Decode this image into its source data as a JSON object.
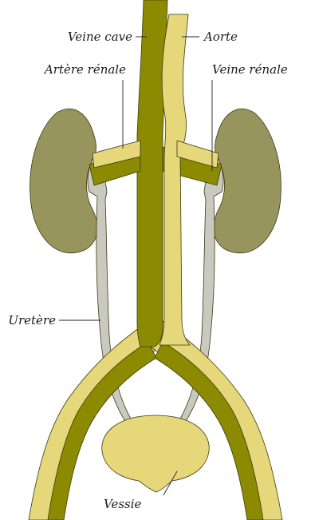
{
  "labels": {
    "veine_cave": "Veine cave",
    "aorte": "Aorte",
    "artere_renale": "Artère rénale",
    "veine_renale": "Veine rénale",
    "uretere": "Uretère",
    "vessie": "Vessie"
  },
  "colors": {
    "vein": "#8c8a00",
    "artery": "#e6d77a",
    "kidney": "#97945e",
    "ureter": "#c9c9c0",
    "bladder": "#e6d77a",
    "outline": "#3a3a10"
  }
}
